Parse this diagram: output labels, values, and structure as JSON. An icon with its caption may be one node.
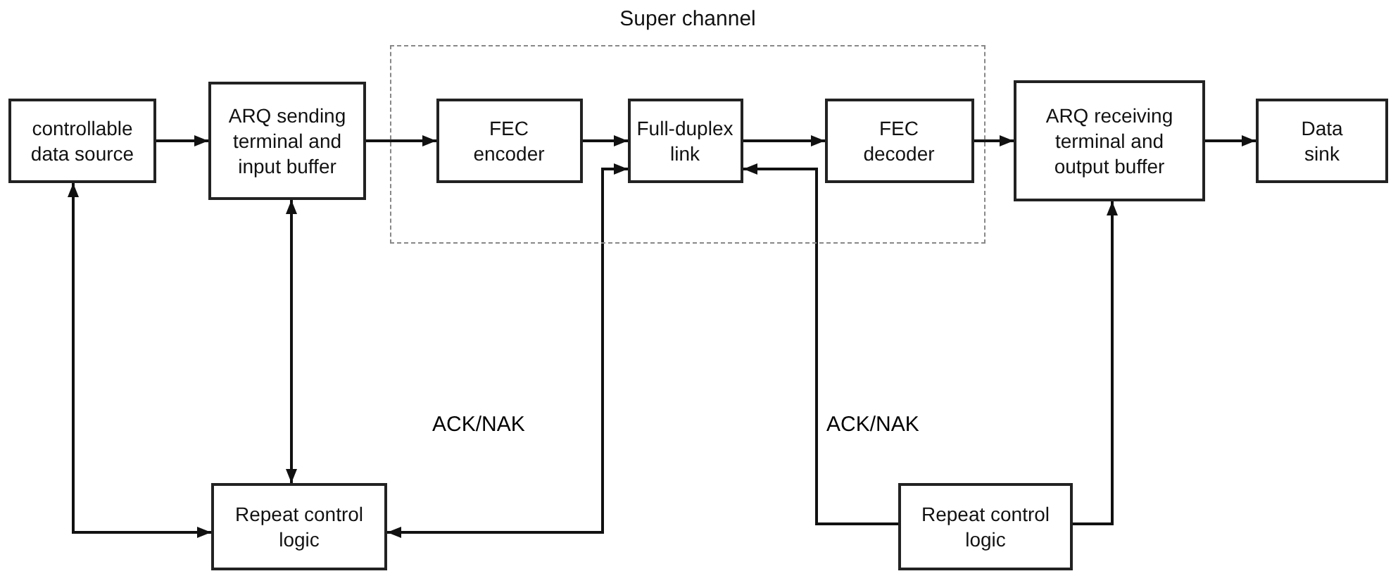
{
  "diagram": {
    "nodes": [
      {
        "text": [
          "Super channel"
        ]
      },
      {
        "text": [
          "controllable data source"
        ]
      },
      {
        "text": [
          "ARQ sending terminal and input buffer"
        ]
      },
      {
        "text": [
          "FEC encoder"
        ],
        "in": 0
      },
      {
        "text": [
          "Full-duplex link"
        ],
        "in": 0
      },
      {
        "text": [
          "FEC decoder"
        ],
        "in": 0
      },
      {
        "text": [
          "ARQ receiving terminal and output buffer"
        ]
      },
      {
        "text": [
          "Data sink"
        ]
      },
      {
        "text": [
          "Repeat control logic"
        ]
      },
      {
        "text": [
          "Repeat control logic"
        ]
      }
    ],
    "edges": [
      {
        "from": 1,
        "to": 2,
        "arrow": "to"
      },
      {
        "from": 2,
        "to": 3,
        "arrow": "to"
      },
      {
        "from": 3,
        "to": 4,
        "arrow": "to"
      },
      {
        "from": 4,
        "to": 5,
        "arrow": "to"
      },
      {
        "from": 5,
        "to": 6,
        "arrow": "to"
      },
      {
        "from": 6,
        "to": 7,
        "arrow": "to"
      },
      {
        "from": 2,
        "to": 8,
        "arrow": "both"
      },
      {
        "from": 1,
        "to": 8,
        "arrow": "both"
      },
      {
        "from": 8,
        "to": 4,
        "arrow": "both",
        "label": "ACK/NAK"
      },
      {
        "from": 9,
        "to": 4,
        "arrow": "to",
        "label": "ACK/NAK"
      },
      {
        "from": 9,
        "to": 6,
        "arrow": "to"
      }
    ]
  }
}
